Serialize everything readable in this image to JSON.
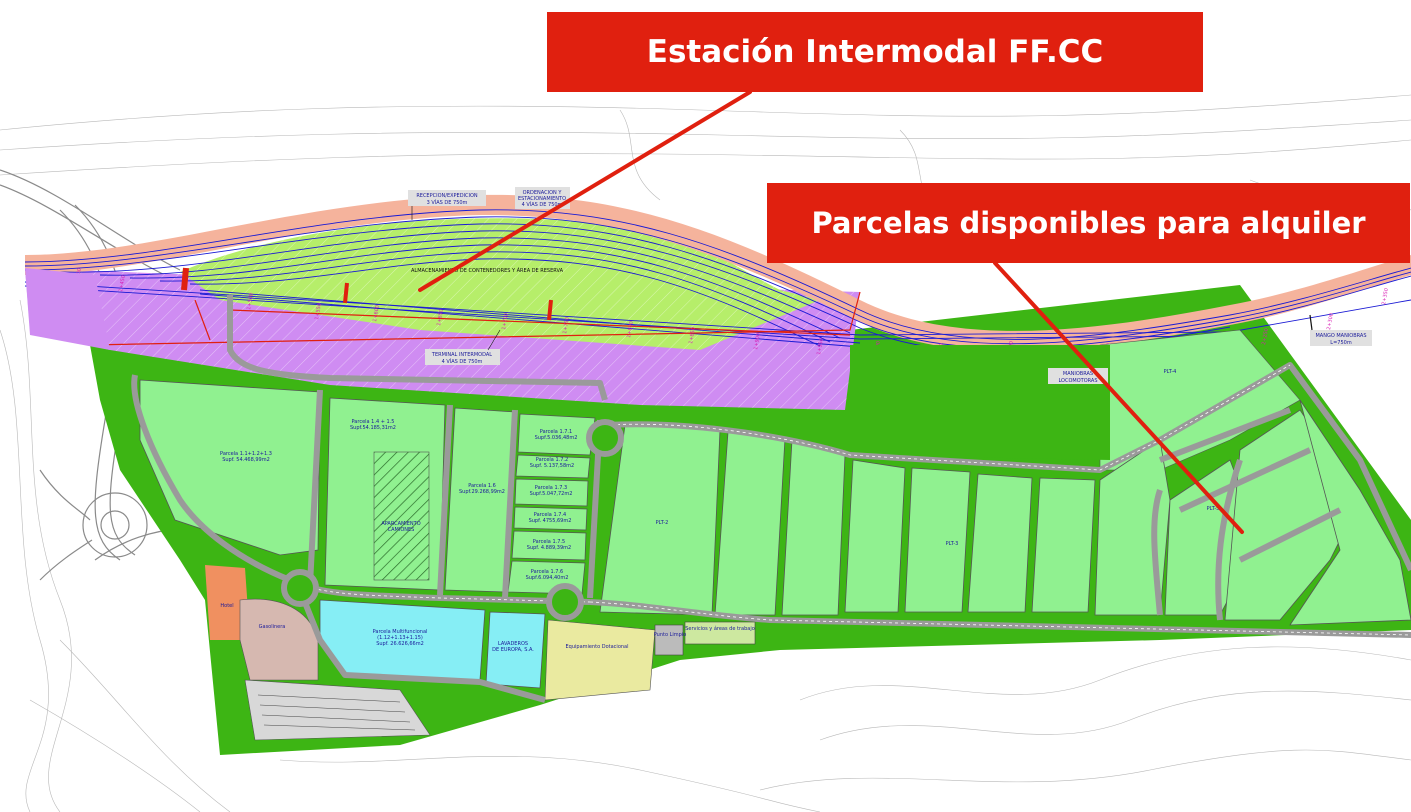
{
  "callouts": {
    "station": "Estación Intermodal FF.CC",
    "parcels": "Parcelas disponibles para alquiler"
  },
  "rail_labels": {
    "reception": [
      "RECEPCION/EXPEDICION",
      "3 VÍAS DE 750m"
    ],
    "ordering": [
      "ORDENACION Y",
      "ESTACIONAMIENTO",
      "4 VÍAS DE 750m"
    ],
    "containers": "ALMACENAMIENTO DE CONTENEDORES Y ÁREA DE RESERVA",
    "terminal": [
      "TERMINAL INTERMODAL",
      "4 VÍAS DE 750m"
    ],
    "locomotive": [
      "MANIOBRAS",
      "LOCOMOTORAS"
    ],
    "maneuver": [
      "MANGO MANIOBRAS",
      "L=750m"
    ]
  },
  "parcel_labels": {
    "p1": [
      "Parcela 1.1+1.2+1.3",
      "Supf. 54.468,99m2"
    ],
    "p2": [
      "Parcela 1.4 + 1.5",
      "Supf.54.185,31m2"
    ],
    "p3": [
      "Parcela 1.6",
      "Supf.29.268,99m2"
    ],
    "p4": [
      "Parcela 1.7.1",
      "Supf.5.036,48m2"
    ],
    "p5": [
      "Parcela 1.7.2",
      "Supf. 5.137,58m2"
    ],
    "p6": [
      "Parcela 1.7.3",
      "Supf.5.047,72m2"
    ],
    "p7": [
      "Parcela 1.7.4",
      "Supf. 4755,69m2"
    ],
    "p8": [
      "Parcela 1.7.5",
      "Supf. 4.889,39m2"
    ],
    "p9": [
      "Parcela 1.7.6",
      "Supf.6.094,40m2"
    ],
    "hatched": [
      "APARCAMIENTO",
      "CAMIONES"
    ],
    "multifunctional": [
      "Parcela Multifuncional",
      "(1.12+1.13+1.15)",
      "Supf. 26.626,66m2"
    ],
    "wash": [
      "LAVADEROS",
      "DE EUROPA, S.A."
    ],
    "equipment": "Equipamiento Dotacional",
    "clean": "Punto Limpio",
    "services": "Servicios y áreas de trabajo",
    "hotel": "Hotel",
    "gas": "Gasolinera",
    "plt2": "PLT-2",
    "plt3": "PLT-3",
    "plt4": "PLT-4",
    "plt5": "PLT-5"
  },
  "colors": {
    "callout_red": "#e0200f",
    "parcel_green": "#90f190",
    "boundary_green": "#3db514",
    "rail_purple": "#cf8cf2",
    "track_blue": "#1a1ad4",
    "embankment_pink": "#f5b39c",
    "cyan_plot": "#86eef5",
    "road_grey": "#9a9a9a"
  }
}
